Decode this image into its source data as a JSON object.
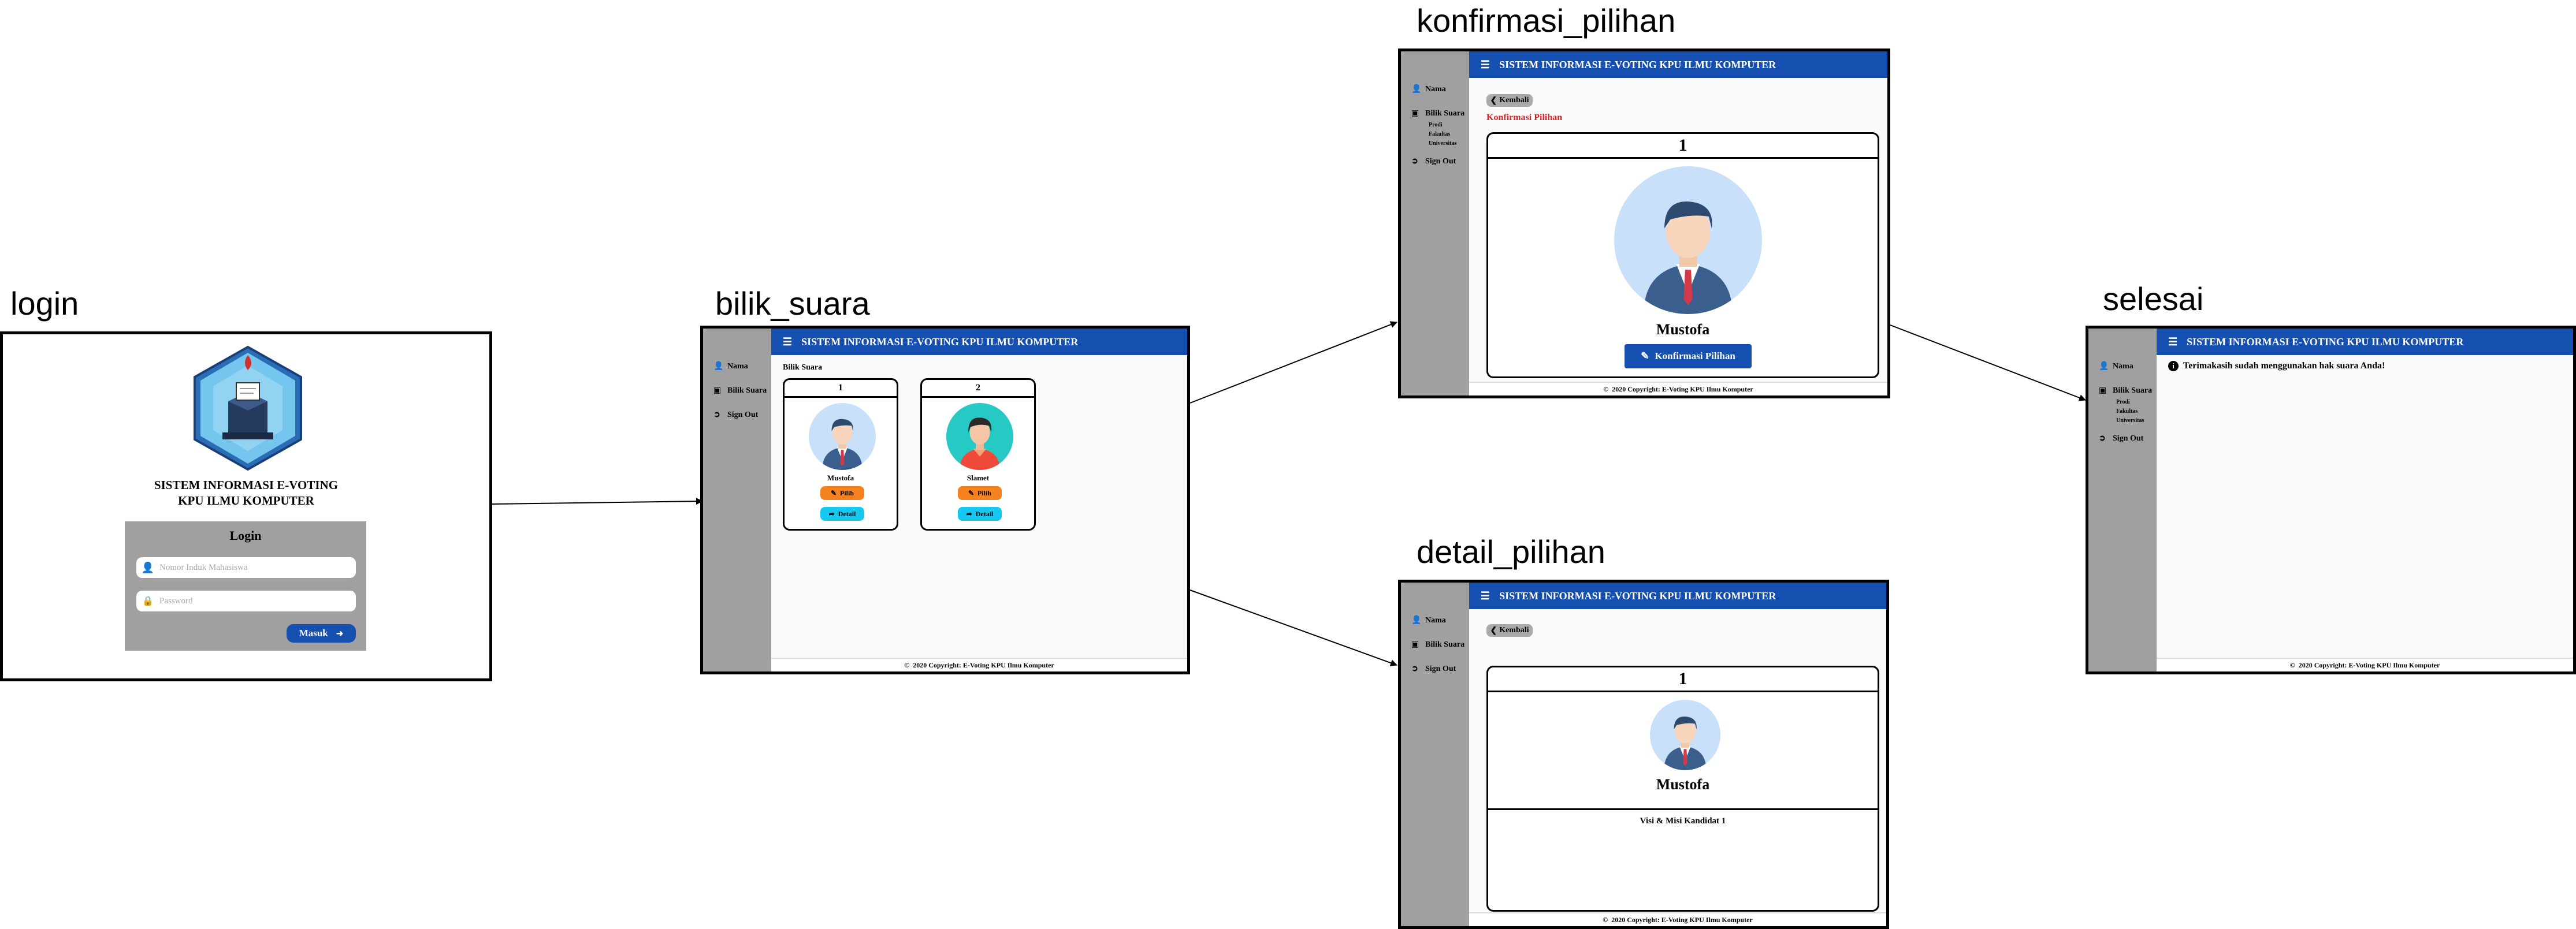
{
  "screens": {
    "login": {
      "label": "login",
      "app_title_line1": "SISTEM INFORMASI E-VOTING",
      "app_title_line2": "KPU ILMU KOMPUTER",
      "form_title": "Login",
      "nim_placeholder": "Nomor Induk Mahasiswa",
      "password_placeholder": "Password",
      "submit_label": "Masuk"
    },
    "bilik_suara": {
      "label": "bilik_suara",
      "page_heading": "Bilik Suara",
      "candidates": [
        {
          "number": "1",
          "name": "Mustofa",
          "pick_label": "Pilih",
          "detail_label": "Detail"
        },
        {
          "number": "2",
          "name": "Slamet",
          "pick_label": "Pilih",
          "detail_label": "Detail"
        }
      ]
    },
    "konfirmasi_pilihan": {
      "label": "konfirmasi_pilihan",
      "back_label": "Kembali",
      "heading": "Konfirmasi Pilihan",
      "candidate_number": "1",
      "candidate_name": "Mustofa",
      "confirm_label": "Konfirmasi Pilihan"
    },
    "detail_pilihan": {
      "label": "detail_pilihan",
      "back_label": "Kembali",
      "candidate_number": "1",
      "candidate_name": "Mustofa",
      "vision_mission": "Visi & Misi Kandidat 1"
    },
    "selesai": {
      "label": "selesai",
      "message": "Terimakasih sudah menggunakan hak suara Anda!"
    }
  },
  "header_title": "SISTEM INFORMASI E-VOTING KPU ILMU KOMPUTER",
  "footer_text": "2020 Copyright: E-Voting KPU Ilmu Komputer",
  "sidebar": {
    "nama": "Nama",
    "bilik_suara": "Bilik Suara",
    "sub_items": [
      "Prodi",
      "Fakultas",
      "Universitas"
    ],
    "sign_out": "Sign Out"
  },
  "colors": {
    "header_blue": "#1550b0",
    "sidebar_gray": "#a0a0a0",
    "pick_orange": "#f58220",
    "detail_cyan": "#16c7f0",
    "heading_red": "#e02020"
  },
  "icons": [
    "user-icon",
    "ballot-box-icon",
    "sign-out-icon",
    "lock-icon",
    "pencil-icon",
    "share-icon",
    "back-arrow-icon",
    "info-icon",
    "copyright-icon",
    "hamburger-icon",
    "login-icon"
  ]
}
